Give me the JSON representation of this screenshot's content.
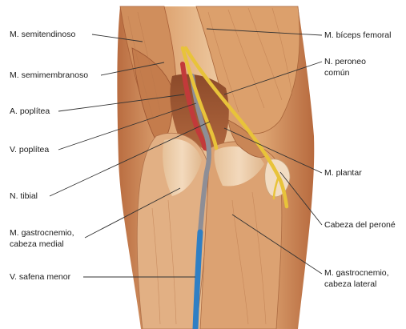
{
  "labels": {
    "semitendinoso": "M. semitendinoso",
    "semimembranoso": "M. semimembranoso",
    "a_poplitea": "A. poplítea",
    "v_poplitea": "V. poplítea",
    "n_tibial": "N. tibial",
    "gastro_medial_1": "M. gastrocnemio,",
    "gastro_medial_2": "cabeza medial",
    "v_safena": "V. safena menor",
    "biceps": "M. bíceps femoral",
    "peroneo_1": "N. peroneo",
    "peroneo_2": "común",
    "plantar": "M. plantar",
    "cabeza_perone": "Cabeza del peroné",
    "gastro_lateral_1": "M. gastrocnemio,",
    "gastro_lateral_2": "cabeza lateral"
  },
  "colors": {
    "muscle_light": "#e9c29a",
    "muscle_mid": "#d79b6a",
    "muscle_dark": "#b86d42",
    "tendon": "#f1d8b8",
    "nerve": "#e8c33a",
    "artery": "#c23a3a",
    "vein_gray": "#8e8e96",
    "saphenous_blue": "#2f7fc4",
    "leader_line": "#333333"
  }
}
